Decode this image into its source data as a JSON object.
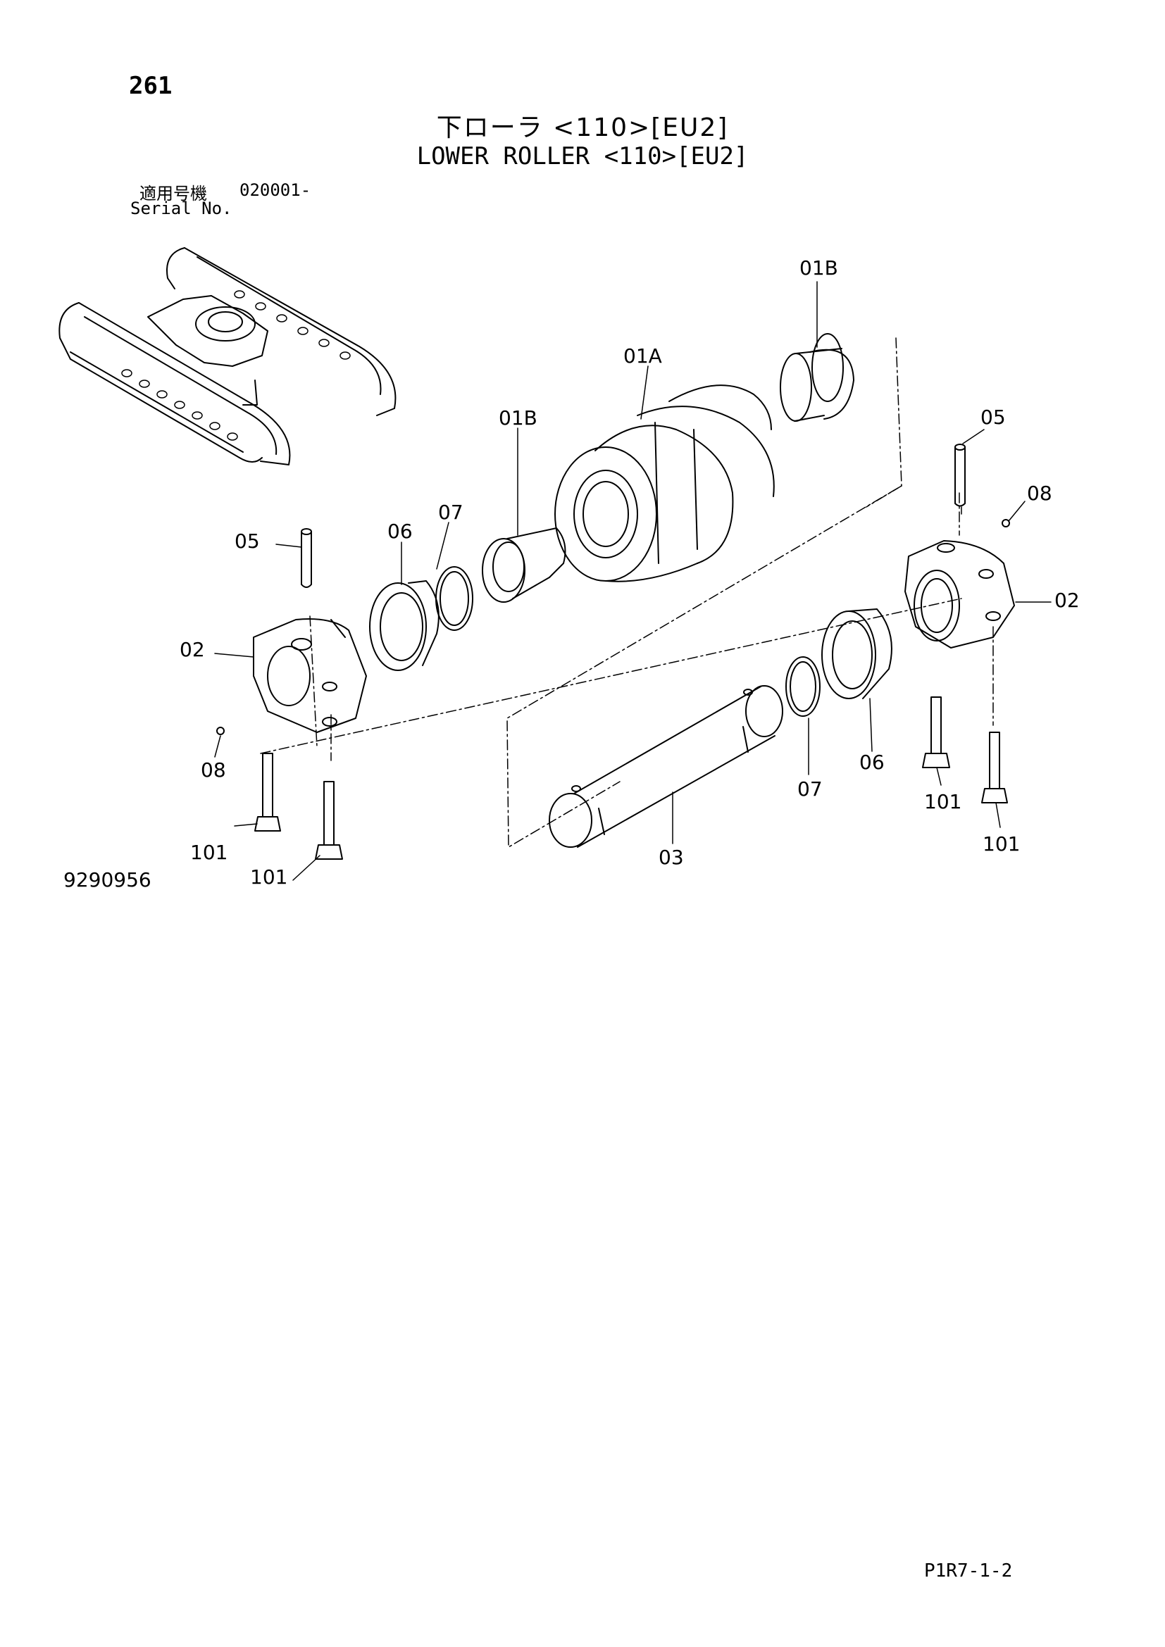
{
  "page": {
    "number": "261",
    "title_jp": "下ローラ <110>[EU2]",
    "title_en": "LOWER ROLLER <110>[EU2]",
    "serial_label_jp": "適用号機",
    "serial_from": "020001-",
    "serial_label_en": "Serial No.",
    "drawing_number": "9290956",
    "page_code": "P1R7-1-2"
  },
  "callouts": {
    "c01B_top": "01B",
    "c01A": "01A",
    "c01B_left": "01B",
    "c05_right": "05",
    "c08_right": "08",
    "c02_right": "02",
    "c07_left": "07",
    "c06_left": "06",
    "c05_left": "05",
    "c02_left": "02",
    "c08_left": "08",
    "c101_a": "101",
    "c101_b": "101",
    "c03": "03",
    "c07_right": "07",
    "c06_right": "06",
    "c101_c": "101",
    "c101_d": "101"
  }
}
